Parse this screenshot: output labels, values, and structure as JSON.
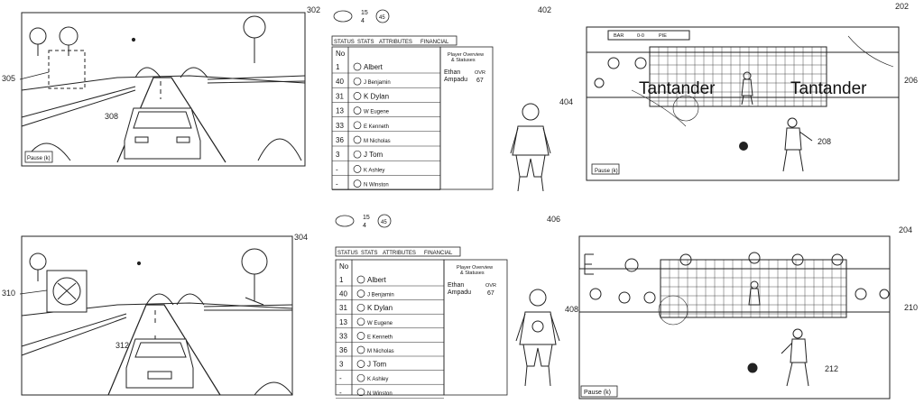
{
  "figure": {
    "reference_labels": {
      "fig_top_left": "302",
      "fig_bottom_left": "304",
      "fig_top_mid": "402",
      "fig_bottom_mid": "406",
      "fig_top_right": "202",
      "fig_bottom_right": "204",
      "left_region_top": "305",
      "left_region_bottom": "310",
      "car_top": "308",
      "car_bottom": "312",
      "player_top": "404",
      "player_bottom": "408",
      "screen_top_right": "206",
      "screen_bottom_right": "210",
      "kicker_top": "208",
      "kicker_bottom": "212"
    }
  },
  "racing_game": {
    "pause_label": "Pause (k)"
  },
  "team_roster": {
    "counter_top": "15",
    "counter_bottom": "4",
    "counter_badge": "45",
    "tabs": [
      "STATUS",
      "STATS",
      "ATTRIBUTES",
      "FINANCIAL"
    ],
    "header_no": "No",
    "panel_title_line1": "Player Overview",
    "panel_title_line2": "& Statuses",
    "player_first": "Ethan",
    "player_last": "Ampadu",
    "ovr_label": "OVR",
    "ovr_value": "67",
    "rows_top": [
      {
        "no": "1",
        "name": "Albert"
      },
      {
        "no": "40",
        "name": "J Benjamin"
      },
      {
        "no": "31",
        "name": "K Dylan"
      },
      {
        "no": "13",
        "name": "W Eugene"
      },
      {
        "no": "33",
        "name": "E Kenneth"
      },
      {
        "no": "36",
        "name": "M Nicholas"
      },
      {
        "no": "3",
        "name": "J Tom"
      },
      {
        "no": "-",
        "name": "K Ashley"
      },
      {
        "no": "-",
        "name": "N Winston"
      }
    ],
    "rows_bottom": [
      {
        "no": "1",
        "name": "Albert"
      },
      {
        "no": "40",
        "name": "J Benjamin"
      },
      {
        "no": "31",
        "name": "K Dylan"
      },
      {
        "no": "13",
        "name": "W Eugene"
      },
      {
        "no": "33",
        "name": "E Kenneth"
      },
      {
        "no": "36",
        "name": "M Nicholas"
      },
      {
        "no": "3",
        "name": "J Tom"
      },
      {
        "no": "-",
        "name": "K Ashley"
      },
      {
        "no": "-",
        "name": "N Winston"
      }
    ]
  },
  "soccer_game": {
    "hud_items": [
      "BAR",
      "0-0",
      "PIE"
    ],
    "sponsor_text": "Tantander",
    "pause_label": "Pause (k)"
  }
}
